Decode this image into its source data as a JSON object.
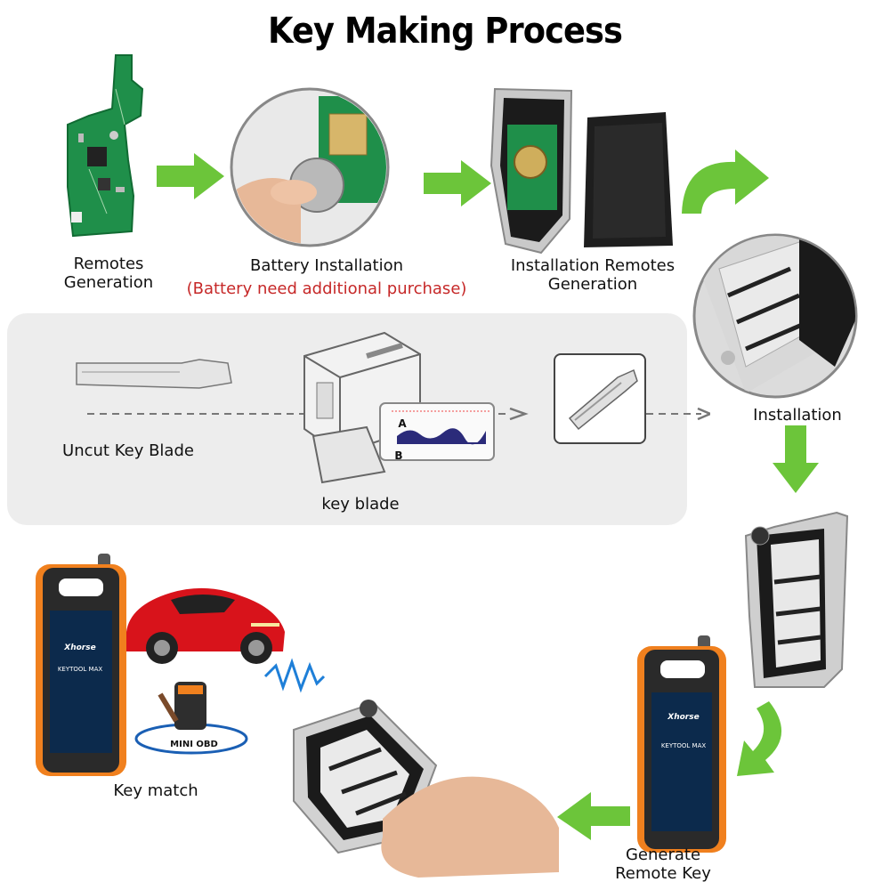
{
  "title": "Key Making Process",
  "steps": {
    "remotes_generation": "Remotes\nGeneration",
    "battery_installation": "Battery Installation",
    "battery_note": "(Battery need additional purchase)",
    "installation_remotes_generation": "Installation Remotes\nGeneration",
    "installation": "Installation",
    "uncut_key_blade": "Uncut Key  Blade",
    "key_blade": "key blade",
    "key_match": "Key match",
    "generate_remote_key": "Generate\nRemote Key"
  },
  "device": {
    "brand": "Xhorse",
    "model": "KEYTOOL MAX",
    "adapter": "MINI OBD"
  },
  "cut_chart": {
    "row_a": "A",
    "row_b": "B"
  },
  "colors": {
    "arrow_green": "#6cc53a",
    "note_red": "#c62828",
    "pcb_green": "#1f8f4a",
    "device_orange": "#f0801e",
    "car_red": "#d8131b"
  }
}
